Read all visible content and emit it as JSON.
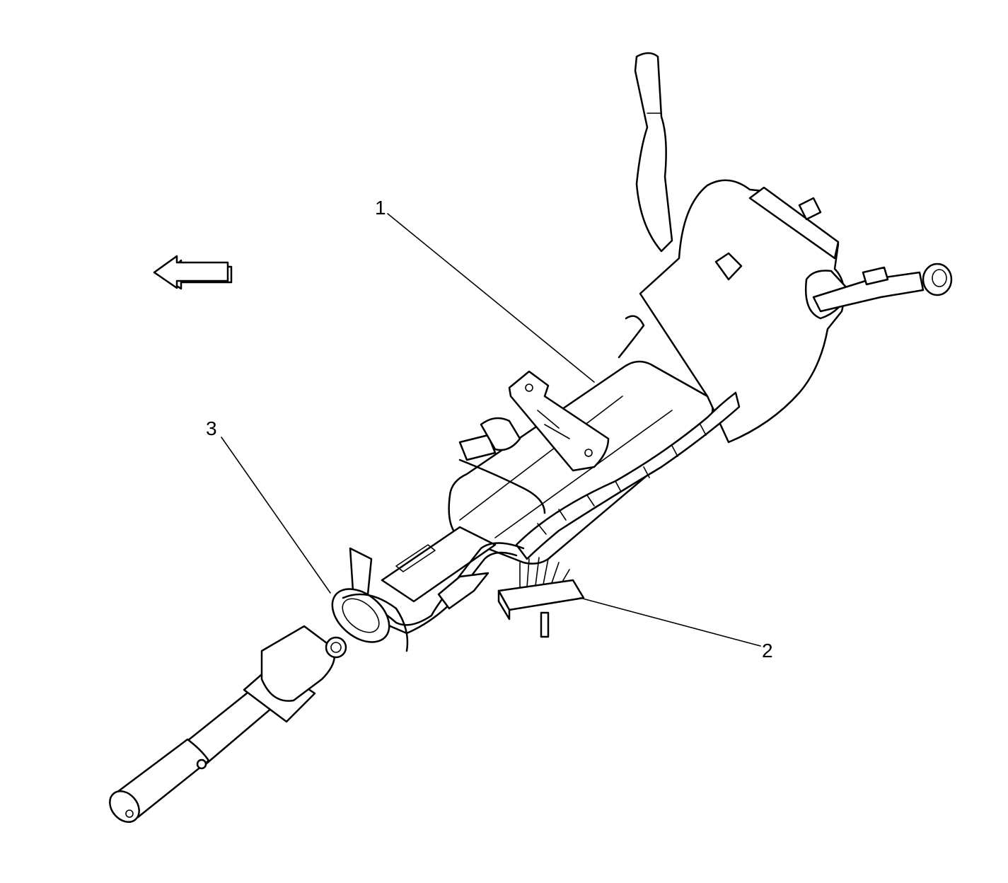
{
  "figure": {
    "callouts": [
      {
        "id": "1",
        "label": "1"
      },
      {
        "id": "2",
        "label": "2"
      },
      {
        "id": "3",
        "label": "3"
      }
    ],
    "direction_arrow": {
      "icon": "left-arrow-icon",
      "points": "left"
    },
    "colors": {
      "line": "#000000",
      "background": "#ffffff"
    }
  }
}
